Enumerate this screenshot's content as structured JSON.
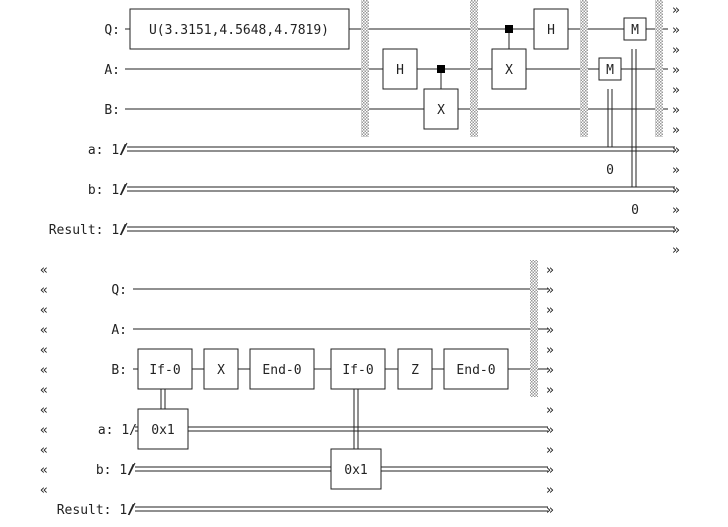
{
  "diagram": {
    "section1": {
      "labels": {
        "q": "Q:",
        "a": "A:",
        "b": "B:",
        "ca": "a: 1/",
        "cb": "b: 1/",
        "result": "Result: 1/"
      },
      "gates": {
        "u": "U(3.3151,4.5648,4.7819)",
        "h_a": "H",
        "x_b": "X",
        "x_a": "X",
        "h_q": "H",
        "m_a": "M",
        "m_q": "M"
      },
      "measure_values": {
        "a": "0",
        "b": "0"
      },
      "continuation": "»"
    },
    "section2": {
      "continuation": "«",
      "labels": {
        "q": "Q:",
        "a": "A:",
        "b": "B:",
        "ca": "a: 1/",
        "cb": "b: 1/",
        "result": "Result: 1/"
      },
      "gates": {
        "if1": "If-0",
        "x": "X",
        "end1": "End-0",
        "if2": "If-0",
        "z": "Z",
        "end2": "End-0",
        "cond1": "0x1",
        "cond2": "0x1"
      },
      "trailing": "»"
    }
  }
}
